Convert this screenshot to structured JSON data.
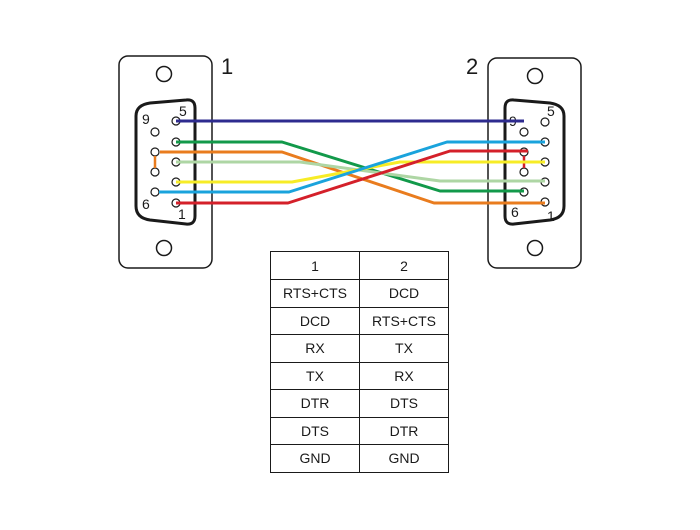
{
  "connectors": {
    "left": {
      "label": "1",
      "pin_top_left": "9",
      "pin_top_right": "5",
      "pin_bottom_left": "6",
      "pin_bottom_right": "1"
    },
    "right": {
      "label": "2",
      "pin_top_left": "9",
      "pin_top_right": "5",
      "pin_bottom_left": "6",
      "pin_bottom_right": "1"
    }
  },
  "wires": [
    {
      "color": "#2e2b8f",
      "name": "navy-wire"
    },
    {
      "color": "#12994a",
      "name": "green-wire"
    },
    {
      "color": "#e97c1e",
      "name": "orange-wire"
    },
    {
      "color": "#aed6a4",
      "name": "light-green-wire"
    },
    {
      "color": "#f7ec26",
      "name": "yellow-wire"
    },
    {
      "color": "#1aa3dc",
      "name": "cyan-wire"
    },
    {
      "color": "#d4202a",
      "name": "red-wire"
    }
  ],
  "table": {
    "headers": [
      "1",
      "2"
    ],
    "rows": [
      [
        "RTS+CTS",
        "DCD"
      ],
      [
        "DCD",
        "RTS+CTS"
      ],
      [
        "RX",
        "TX"
      ],
      [
        "TX",
        "RX"
      ],
      [
        "DTR",
        "DTS"
      ],
      [
        "DTS",
        "DTR"
      ],
      [
        "GND",
        "GND"
      ]
    ]
  }
}
